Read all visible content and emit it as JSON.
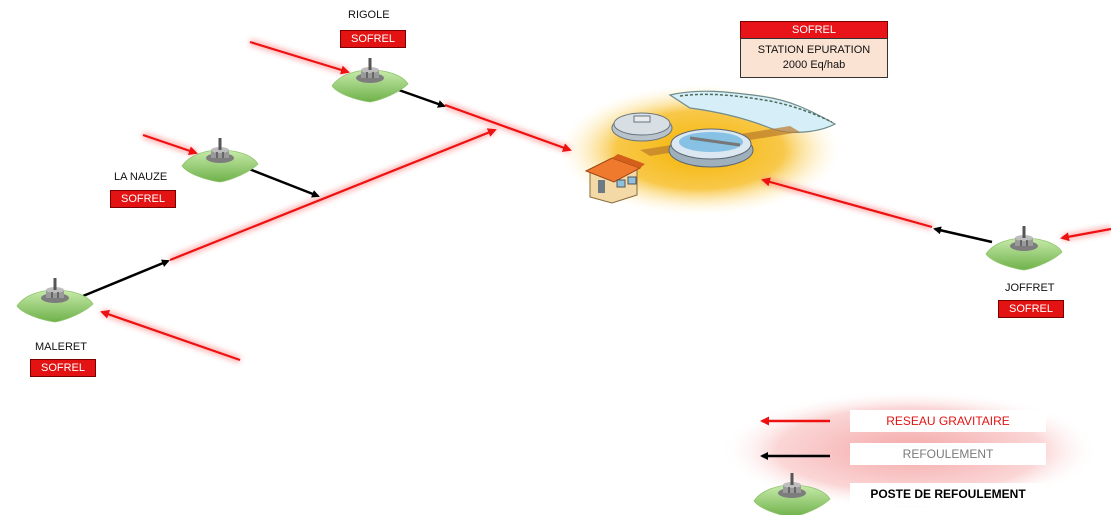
{
  "station": {
    "badge": "SOFREL",
    "name": "STATION EPURATION",
    "capacity": "2000 Eq/hab"
  },
  "stations": {
    "rigole": {
      "name": "RIGOLE",
      "badge": "SOFREL"
    },
    "la_nauze": {
      "name": "LA NAUZE",
      "badge": "SOFREL"
    },
    "maleret": {
      "name": "MALERET",
      "badge": "SOFREL"
    },
    "joffret": {
      "name": "JOFFRET",
      "badge": "SOFREL"
    }
  },
  "legend": {
    "gravity": "RESEAU GRAVITAIRE",
    "discharge": "REFOULEMENT",
    "pump_station": "POSTE DE REFOULEMENT"
  },
  "colors": {
    "gravity_line": "#ee1111",
    "discharge_line": "#000000",
    "badge_bg": "#e31313",
    "station_body_bg": "#fbe3d3",
    "glow": "#f5b400",
    "pump_mound": "#9ed27a"
  },
  "icons": [
    "pump-station-icon",
    "treatment-plant-icon"
  ]
}
